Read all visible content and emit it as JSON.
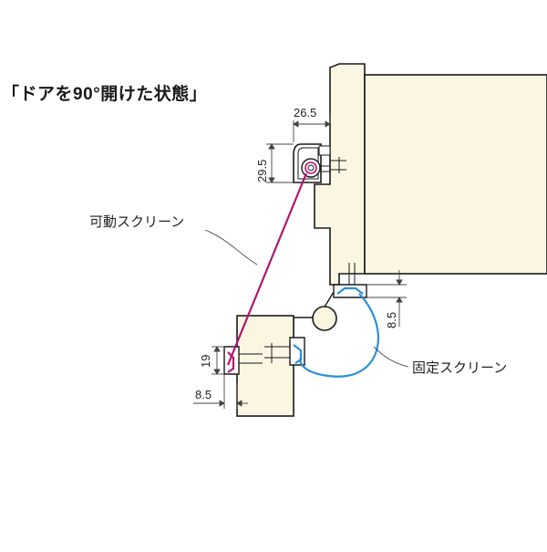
{
  "title": "「ドアを90°開けた状態」",
  "labels": {
    "movable_screen": "可動スクリーン",
    "fixed_screen": "固定スクリーン"
  },
  "dimensions": {
    "width_top": "26.5",
    "height_top": "29.5",
    "height_right": "8.5",
    "height_left": "19",
    "width_left": "8.5"
  },
  "colors": {
    "panel_fill": "#faf6e2",
    "outline": "#1a1a1a",
    "movable_screen_line": "#b0166e",
    "fixed_screen_line": "#2a8fd8",
    "dimension_line": "#444444"
  }
}
